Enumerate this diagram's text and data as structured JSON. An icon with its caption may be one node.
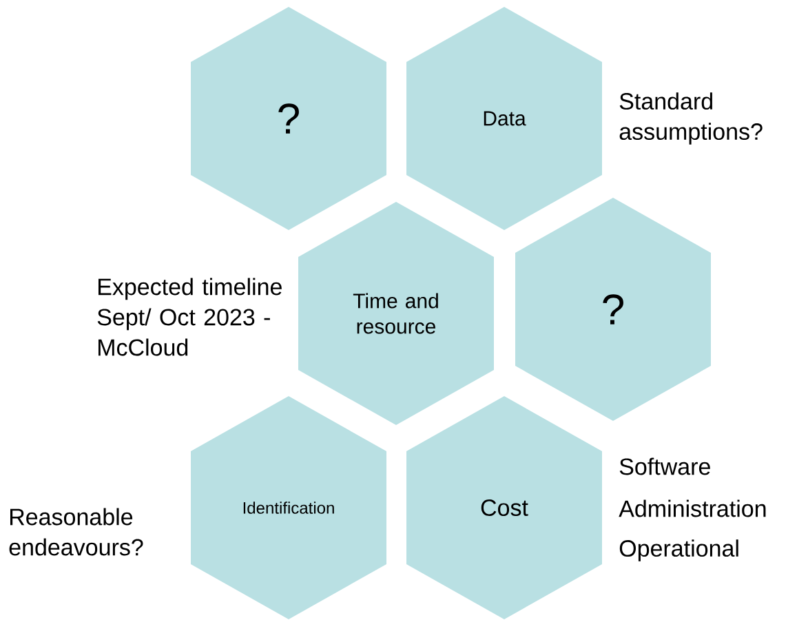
{
  "diagram": {
    "nodes": [
      {
        "text": [
          "?"
        ]
      },
      {
        "text": [
          "Data"
        ],
        "beside": [
          "Standard assumptions?"
        ]
      },
      {
        "text": [
          "Time and resource"
        ],
        "beside": [
          "Expected timeline Sept/ Oct 2023 - McCloud"
        ]
      },
      {
        "text": [
          "?"
        ]
      },
      {
        "text": [
          "Identification"
        ],
        "beside": [
          "Reasonable endeavours?"
        ]
      },
      {
        "text": [
          "Cost"
        ],
        "beside": [
          "Software",
          "Administration",
          "Operational"
        ]
      }
    ]
  }
}
